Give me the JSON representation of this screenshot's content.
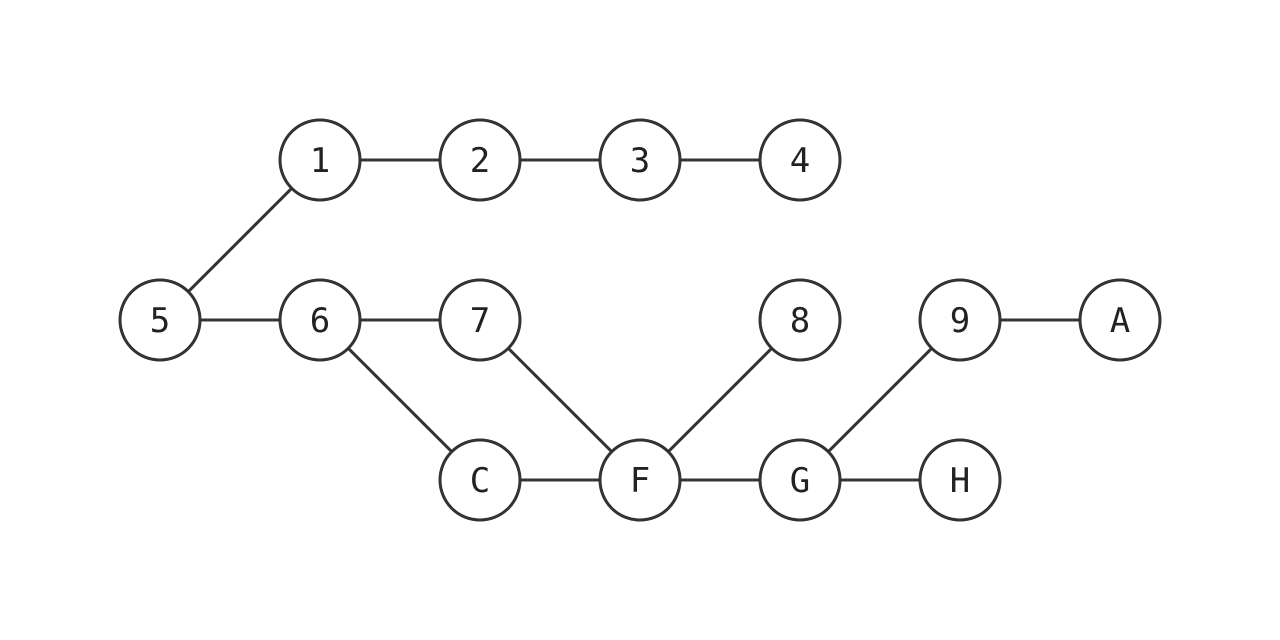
{
  "graph": {
    "nodes": [
      {
        "id": "1",
        "label": "1"
      },
      {
        "id": "2",
        "label": "2"
      },
      {
        "id": "3",
        "label": "3"
      },
      {
        "id": "4",
        "label": "4"
      },
      {
        "id": "5",
        "label": "5"
      },
      {
        "id": "6",
        "label": "6"
      },
      {
        "id": "7",
        "label": "7"
      },
      {
        "id": "8",
        "label": "8"
      },
      {
        "id": "9",
        "label": "9"
      },
      {
        "id": "A",
        "label": "A"
      },
      {
        "id": "C",
        "label": "C"
      },
      {
        "id": "F",
        "label": "F"
      },
      {
        "id": "G",
        "label": "G"
      },
      {
        "id": "H",
        "label": "H"
      }
    ],
    "edges": [
      [
        "5",
        "1"
      ],
      [
        "1",
        "2"
      ],
      [
        "2",
        "3"
      ],
      [
        "3",
        "4"
      ],
      [
        "5",
        "6"
      ],
      [
        "6",
        "7"
      ],
      [
        "6",
        "C"
      ],
      [
        "7",
        "F"
      ],
      [
        "C",
        "F"
      ],
      [
        "F",
        "8"
      ],
      [
        "F",
        "G"
      ],
      [
        "G",
        "9"
      ],
      [
        "G",
        "H"
      ],
      [
        "9",
        "A"
      ]
    ],
    "colors": {
      "stroke": "#333333",
      "fill": "#ffffff",
      "text": "#222222"
    }
  }
}
